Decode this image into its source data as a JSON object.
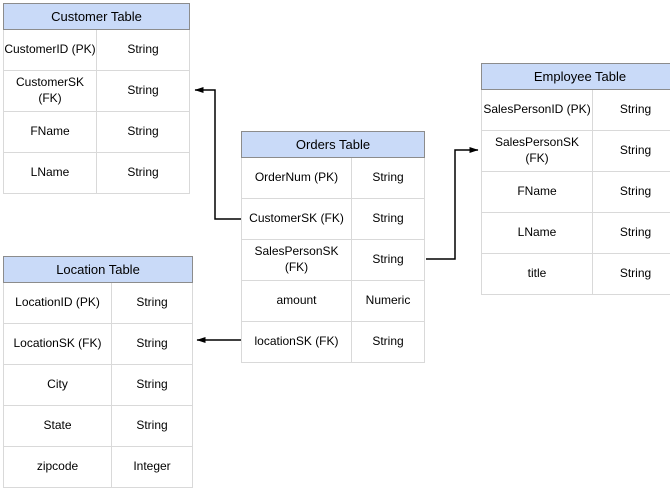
{
  "diagram": {
    "type": "entity-relationship",
    "colors": {
      "background": "#ffffff",
      "table_header_fill": "#c9daf8",
      "table_header_border": "#8c8c8c",
      "cell_border": "#d9d9d9",
      "text": "#000000",
      "connector": "#000000"
    }
  },
  "tables": [
    {
      "id": "customer",
      "title": "Customer Table",
      "rows": [
        {
          "field": "CustomerID (PK)",
          "type": "String"
        },
        {
          "field": "CustomerSK (FK)",
          "type": "String"
        },
        {
          "field": "FName",
          "type": "String"
        },
        {
          "field": "LName",
          "type": "String"
        }
      ]
    },
    {
      "id": "orders",
      "title": "Orders Table",
      "rows": [
        {
          "field": "OrderNum (PK)",
          "type": "String"
        },
        {
          "field": "CustomerSK (FK)",
          "type": "String"
        },
        {
          "field": "SalesPersonSK (FK)",
          "type": "String"
        },
        {
          "field": "amount",
          "type": "Numeric"
        },
        {
          "field": "locationSK (FK)",
          "type": "String"
        }
      ]
    },
    {
      "id": "employee",
      "title": "Employee Table",
      "rows": [
        {
          "field": "SalesPersonID (PK)",
          "type": "String"
        },
        {
          "field": "SalesPersonSK (FK)",
          "type": "String"
        },
        {
          "field": "FName",
          "type": "String"
        },
        {
          "field": "LName",
          "type": "String"
        },
        {
          "field": "title",
          "type": "String"
        }
      ]
    },
    {
      "id": "location",
      "title": "Location Table",
      "rows": [
        {
          "field": "LocationID (PK)",
          "type": "String"
        },
        {
          "field": "LocationSK (FK)",
          "type": "String"
        },
        {
          "field": "City",
          "type": "String"
        },
        {
          "field": "State",
          "type": "String"
        },
        {
          "field": "zipcode",
          "type": "Integer"
        }
      ]
    }
  ],
  "connectors": [
    {
      "from": "Orders Table.CustomerSK (FK)",
      "to": "Customer Table.CustomerSK (FK)",
      "arrow": "into Customer Table"
    },
    {
      "from": "Orders Table.SalesPersonSK (FK)",
      "to": "Employee Table.SalesPersonSK (FK)",
      "arrow": "into Employee Table"
    },
    {
      "from": "Orders Table.locationSK (FK)",
      "to": "Location Table.LocationSK (FK)",
      "arrow": "into Location Table"
    }
  ]
}
